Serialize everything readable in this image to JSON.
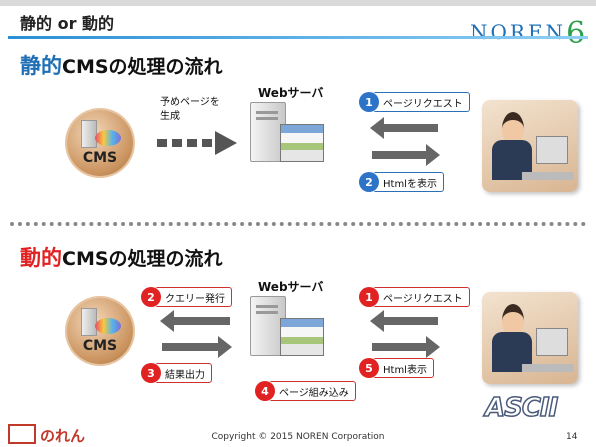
{
  "header": {
    "title": "静的 or 動的",
    "logo_text": "NOREN",
    "logo_six": "6"
  },
  "static_section": {
    "title_accent": "静的",
    "title_rest": "CMSの処理の流れ",
    "cms_label": "CMS",
    "note": "予めページを\n生成",
    "server_label": "Webサーバ",
    "step1": {
      "num": "1",
      "label": "ページリクエスト"
    },
    "step2": {
      "num": "2",
      "label": "Htmlを表示"
    }
  },
  "dynamic_section": {
    "title_accent": "動的",
    "title_rest": "CMSの処理の流れ",
    "cms_label": "CMS",
    "server_label": "Webサーバ",
    "step1": {
      "num": "1",
      "label": "ページリクエスト"
    },
    "step2": {
      "num": "2",
      "label": "クエリー発行"
    },
    "step3": {
      "num": "3",
      "label": "結果出力"
    },
    "step4": {
      "num": "4",
      "label": "ページ組み込み"
    },
    "step5": {
      "num": "5",
      "label": "Html表示"
    }
  },
  "footer": {
    "logo_text": "のれん",
    "copyright": "Copyright © 2015 NOREN Corporation",
    "page": "14",
    "ascii_logo": "ASCII"
  },
  "colors": {
    "accent_blue": "#2d73c7",
    "accent_red": "#e02222",
    "static_title": "#1f6fb5",
    "dynamic_title": "#e02222"
  }
}
